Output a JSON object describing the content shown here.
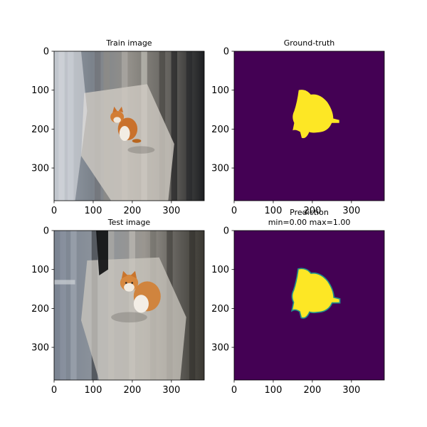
{
  "figure": {
    "panels": [
      {
        "id": "train-image",
        "title_lines": [
          "Train image"
        ],
        "kind": "photo",
        "scene": "train",
        "xticks": [
          "0",
          "100",
          "200",
          "300"
        ],
        "yticks": [
          "0",
          "100",
          "200",
          "300"
        ]
      },
      {
        "id": "ground-truth",
        "title_lines": [
          "Ground-truth"
        ],
        "kind": "mask",
        "mask": "truth",
        "xticks": [
          "0",
          "100",
          "200",
          "300"
        ],
        "yticks": [
          "0",
          "100",
          "200",
          "300"
        ]
      },
      {
        "id": "test-image",
        "title_lines": [
          "Test image"
        ],
        "kind": "photo",
        "scene": "test",
        "xticks": [
          "0",
          "100",
          "200",
          "300"
        ],
        "yticks": [
          "0",
          "100",
          "200",
          "300"
        ]
      },
      {
        "id": "prediction",
        "title_lines": [
          "Prediction",
          "min=0.00 max=1.00"
        ],
        "kind": "mask",
        "mask": "pred",
        "xticks": [
          "0",
          "100",
          "200",
          "300"
        ],
        "yticks": [
          "0",
          "100",
          "200",
          "300"
        ]
      }
    ]
  },
  "chart_data": [
    {
      "type": "heatmap",
      "title": "Train image",
      "image": "photo",
      "xlim": [
        0,
        384
      ],
      "ylim": [
        384,
        0
      ],
      "xticks": [
        0,
        100,
        200,
        300
      ],
      "yticks": [
        0,
        100,
        200,
        300
      ]
    },
    {
      "type": "heatmap",
      "title": "Ground-truth",
      "colormap": "viridis",
      "value_range": [
        0,
        1
      ],
      "background_color": "#440154",
      "foreground_color": "#fde725",
      "xlim": [
        0,
        384
      ],
      "ylim": [
        384,
        0
      ],
      "xticks": [
        0,
        100,
        200,
        300
      ],
      "yticks": [
        0,
        100,
        200,
        300
      ]
    },
    {
      "type": "heatmap",
      "title": "Test image",
      "image": "photo",
      "xlim": [
        0,
        384
      ],
      "ylim": [
        384,
        0
      ],
      "xticks": [
        0,
        100,
        200,
        300
      ],
      "yticks": [
        0,
        100,
        200,
        300
      ]
    },
    {
      "type": "heatmap",
      "title": "Prediction",
      "subtitle": "min=0.00 max=1.00",
      "colormap": "viridis",
      "value_range": [
        0.0,
        1.0
      ],
      "background_color": "#440154",
      "foreground_color": "#fde725",
      "edge_color": "#21918c",
      "xlim": [
        0,
        384
      ],
      "ylim": [
        384,
        0
      ],
      "xticks": [
        0,
        100,
        200,
        300
      ],
      "yticks": [
        0,
        100,
        200,
        300
      ]
    }
  ]
}
